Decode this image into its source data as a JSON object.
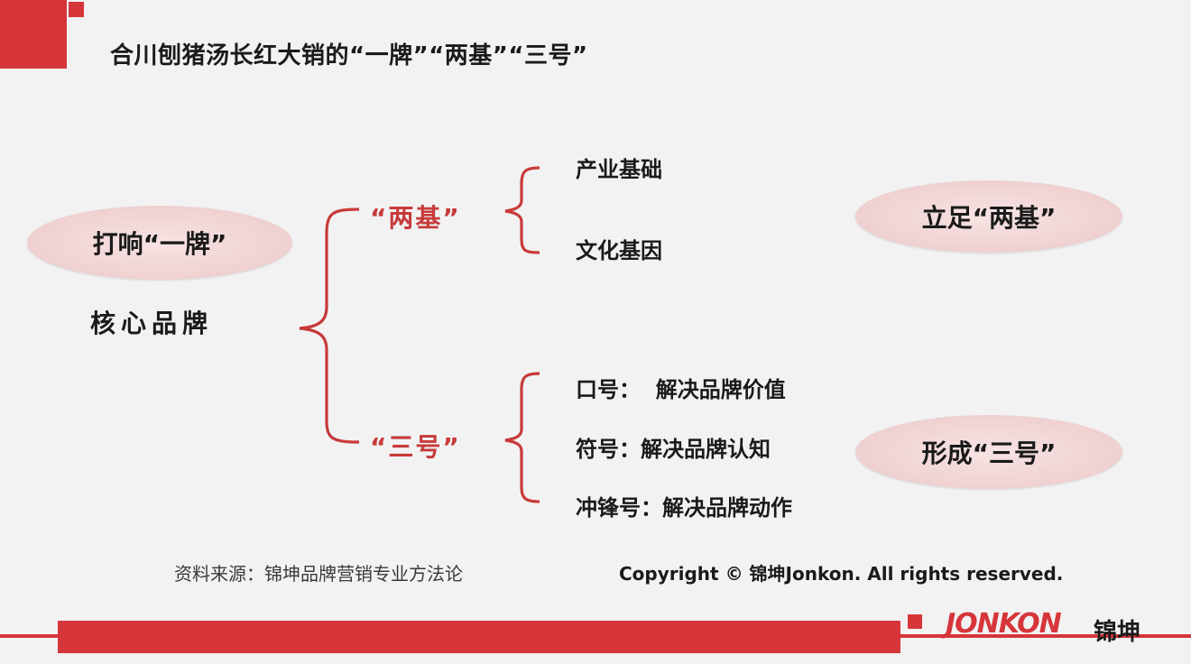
{
  "title": "合川刨猪汤长红大销的“一牌”“两基”“三号”",
  "left_pill": "打响“一牌”",
  "core_brand": "核心品牌",
  "branch_two": "“两基”",
  "branch_three": "“三号”",
  "two_items": [
    "产业基础",
    "文化基因"
  ],
  "three_items": [
    "口号：  解决品牌价值",
    "符号：解决品牌认知",
    "冲锋号：解决品牌动作"
  ],
  "right_pill_top": "立足“两基”",
  "right_pill_bottom": "形成“三号”",
  "source": "资料来源：锦坤品牌营销专业方法论",
  "copyright": "Copyright © 锦坤Jonkon. All rights reserved.",
  "logo_text": "JONKON",
  "logo_cn": "锦坤",
  "colors": {
    "accent": "#d6363a",
    "branch": "#c73a3a",
    "pill": "#f1d4d4",
    "background": "#f2f2f3"
  }
}
